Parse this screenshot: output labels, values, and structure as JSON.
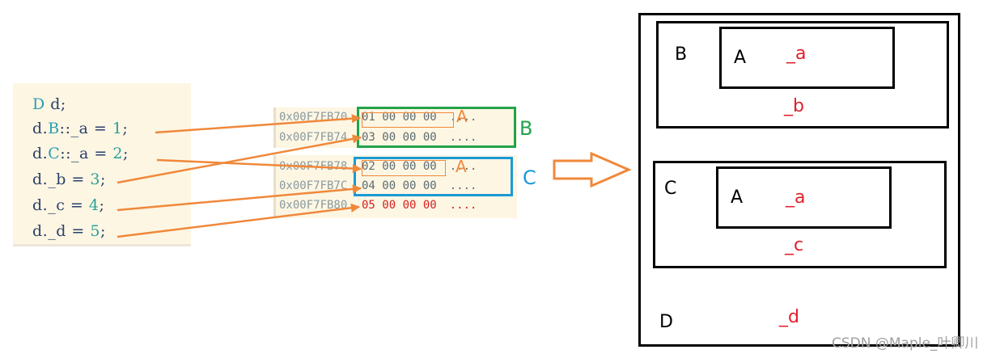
{
  "code": {
    "lines": [
      {
        "prefix": "",
        "kw": "D",
        "mid": " d;",
        "num": "",
        "suffix": ""
      },
      {
        "prefix": "d.",
        "kw": "B",
        "mid": "::_a = ",
        "num": "1",
        "suffix": ";"
      },
      {
        "prefix": "d.",
        "kw": "C",
        "mid": "::_a = ",
        "num": "2",
        "suffix": ";"
      },
      {
        "prefix": "d.",
        "kw": "",
        "mid": "_b = ",
        "num": "3",
        "suffix": ";"
      },
      {
        "prefix": "d.",
        "kw": "",
        "mid": "_c = ",
        "num": "4",
        "suffix": ";"
      },
      {
        "prefix": "d.",
        "kw": "",
        "mid": "_d = ",
        "num": "5",
        "suffix": ";"
      }
    ]
  },
  "memory": {
    "rows": [
      {
        "address": "0x00F7FB70",
        "bytes": "01 00 00 00",
        "chars": "...."
      },
      {
        "address": "0x00F7FB74",
        "bytes": "03 00 00 00",
        "chars": "...."
      },
      {
        "address": "0x00F7FB78",
        "bytes": "02 00 00 00",
        "chars": "...."
      },
      {
        "address": "0x00F7FB7C",
        "bytes": "04 00 00 00",
        "chars": "...."
      },
      {
        "address": "0x00F7FB80",
        "bytes": "05 00 00 00",
        "chars": "...."
      }
    ],
    "subobject_label_1": "A",
    "subobject_label_2": "A",
    "group_B_label": "B",
    "group_C_label": "C",
    "group_B_color": "#22a34a",
    "group_C_color": "#1a9ad6"
  },
  "arrow_color": "#f0883a",
  "layout": {
    "outer_label": "D",
    "outer_member": "_d",
    "box_B": {
      "label": "B",
      "member": "_b",
      "inner_label": "A",
      "inner_member": "_a"
    },
    "box_C": {
      "label": "C",
      "member": "_c",
      "inner_label": "A",
      "inner_member": "_a"
    }
  },
  "watermark": "CSDN @Maple_叶卿川"
}
